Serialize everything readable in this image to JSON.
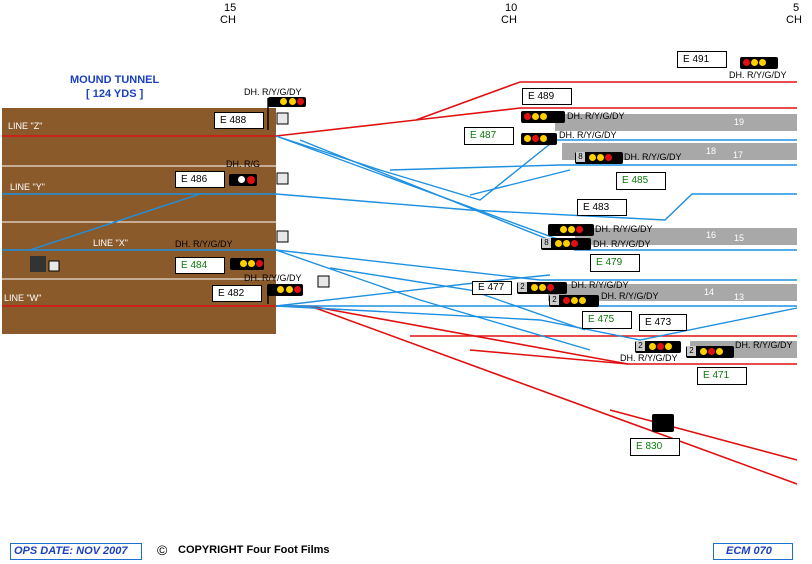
{
  "chainage": [
    {
      "num": "15",
      "unit": "CH"
    },
    {
      "num": "10",
      "unit": "CH"
    },
    {
      "num": "5",
      "unit": "CH"
    }
  ],
  "tunnel": {
    "name": "MOUND TUNNEL",
    "length": "[ 124 YDS ]"
  },
  "lines": {
    "z": "LINE \"Z\"",
    "y": "LINE \"Y\"",
    "x": "LINE \"X\"",
    "w": "LINE \"W\""
  },
  "signals": {
    "e491": "E 491",
    "e489": "E 489",
    "e488": "E 488",
    "e487": "E 487",
    "e486": "E 486",
    "e485": "E 485",
    "e484": "E 484",
    "e483": "E 483",
    "e482": "E 482",
    "e479": "E 479",
    "e477": "E 477",
    "e475": "E 475",
    "e473": "E 473",
    "e471": "E 471",
    "e830": "E 830"
  },
  "aspects": {
    "ryg_dy": "DH. R/Y/G/DY",
    "rg": "DH. R/G"
  },
  "platforms": [
    "19",
    "18",
    "17",
    "16",
    "15",
    "14",
    "13"
  ],
  "route_indicators": [
    "8",
    "8",
    "2",
    "2",
    "2",
    "2"
  ],
  "footer": {
    "ops_date": "OPS DATE: NOV 2007",
    "copyright_symbol": "©",
    "copyright": "COPYRIGHT Four Foot Films",
    "ref": "ECM 070"
  },
  "colors": {
    "red_line": "#e01010",
    "blue_line": "#1e90e0",
    "tunnel": "#8b5a2b"
  }
}
